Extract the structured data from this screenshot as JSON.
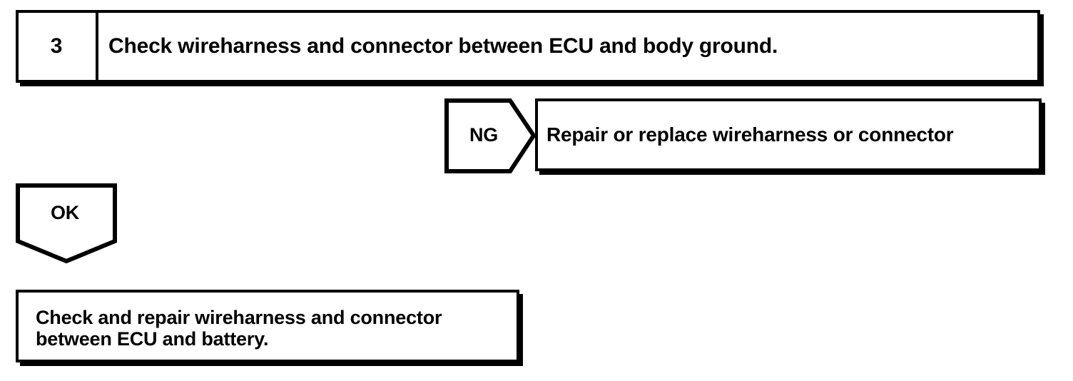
{
  "document": {
    "type": "diagnostic-flowchart",
    "background_color": "#ffffff",
    "ink_color": "#000000"
  },
  "step": {
    "number": "3",
    "instruction": "Check wireharness and connector between ECU and body ground."
  },
  "branches": {
    "ng": {
      "tag": "NG",
      "tag_shape": "pentagon-arrow-right",
      "action": "Repair or replace wireharness or connector"
    },
    "ok": {
      "tag": "OK",
      "tag_shape": "pentagon-arrow-down",
      "action": "Check and repair wireharness and connector\nbetween ECU and battery."
    }
  }
}
